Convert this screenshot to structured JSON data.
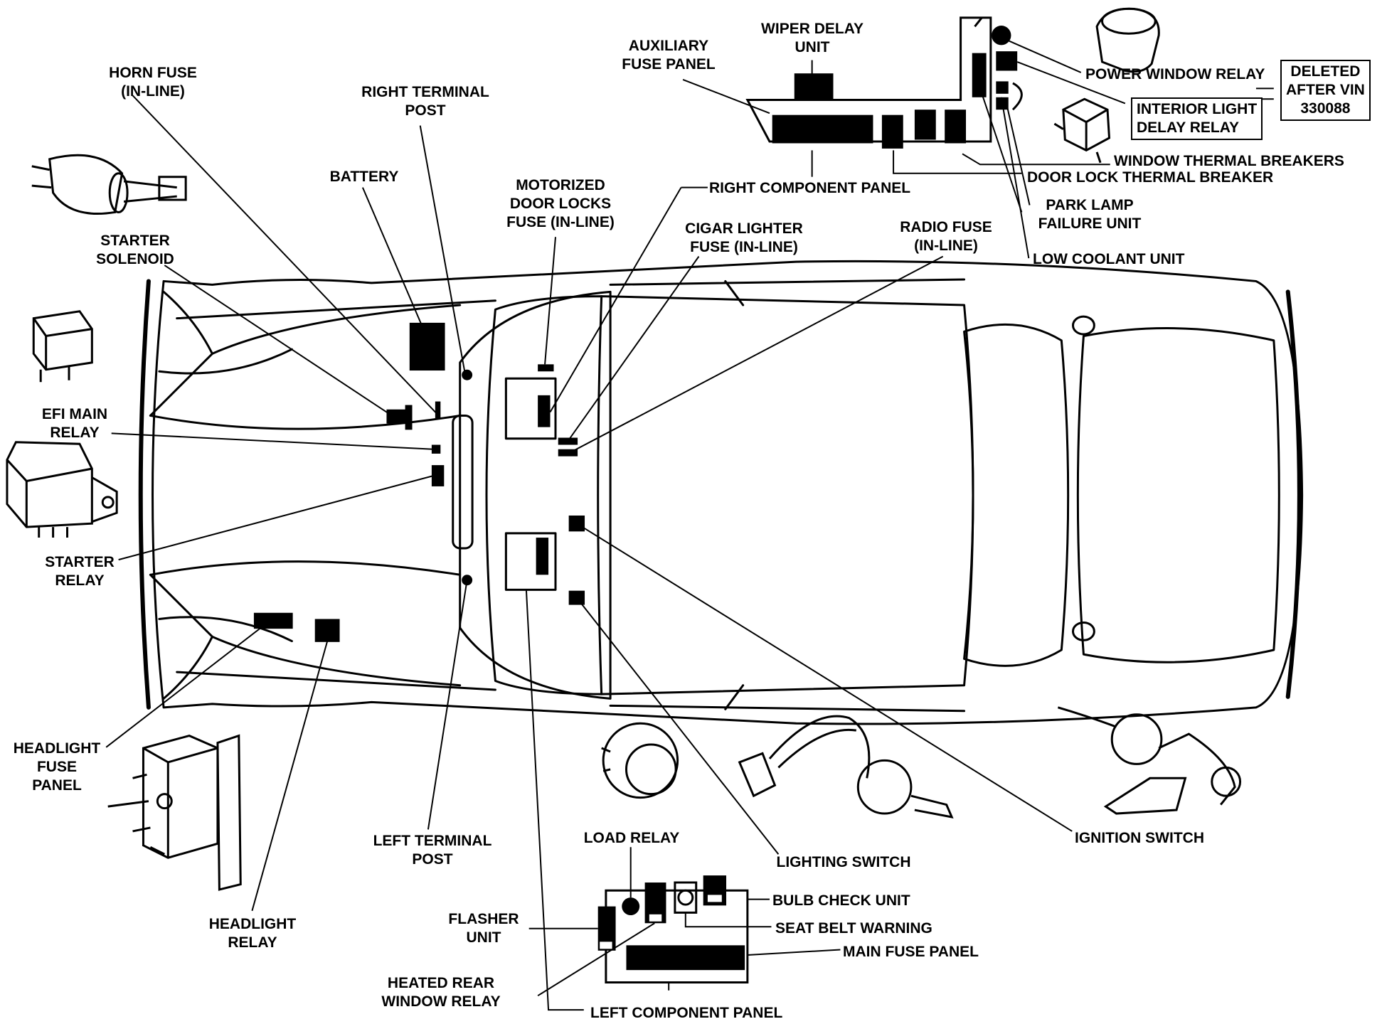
{
  "diagram": {
    "labels": {
      "horn_fuse": [
        "HORN FUSE",
        "(IN-LINE)"
      ],
      "right_terminal_post": [
        "RIGHT TERMINAL",
        "POST"
      ],
      "battery": [
        "BATTERY"
      ],
      "starter_solenoid": [
        "STARTER",
        "SOLENOID"
      ],
      "efi_main_relay": [
        "EFI MAIN",
        "RELAY"
      ],
      "starter_relay": [
        "STARTER",
        "RELAY"
      ],
      "headlight_fuse_panel": [
        "HEADLIGHT",
        "FUSE",
        "PANEL"
      ],
      "headlight_relay": [
        "HEADLIGHT",
        "RELAY"
      ],
      "left_terminal_post": [
        "LEFT TERMINAL",
        "POST"
      ],
      "motorized_door_locks_fuse": [
        "MOTORIZED",
        "DOOR LOCKS",
        "FUSE (IN-LINE)"
      ],
      "auxiliary_fuse_panel": [
        "AUXILIARY",
        "FUSE PANEL"
      ],
      "wiper_delay_unit": [
        "WIPER DELAY",
        "UNIT"
      ],
      "power_window_relay": [
        "POWER WINDOW RELAY"
      ],
      "interior_light_delay_relay": [
        "INTERIOR LIGHT",
        "DELAY RELAY"
      ],
      "deleted_after_vin": [
        "DELETED",
        "AFTER VIN",
        "330088"
      ],
      "window_thermal_breakers": [
        "WINDOW THERMAL BREAKERS"
      ],
      "door_lock_thermal_breaker": [
        "DOOR LOCK THERMAL BREAKER"
      ],
      "right_component_panel": [
        "RIGHT COMPONENT PANEL"
      ],
      "park_lamp_failure_unit": [
        "PARK LAMP",
        "FAILURE UNIT"
      ],
      "cigar_lighter_fuse": [
        "CIGAR LIGHTER",
        "FUSE (IN-LINE)"
      ],
      "radio_fuse": [
        "RADIO FUSE",
        "(IN-LINE)"
      ],
      "low_coolant_unit": [
        "LOW COOLANT UNIT"
      ],
      "ignition_switch": [
        "IGNITION SWITCH"
      ],
      "lighting_switch": [
        "LIGHTING SWITCH"
      ],
      "load_relay": [
        "LOAD RELAY"
      ],
      "flasher_unit": [
        "FLASHER",
        "UNIT"
      ],
      "bulb_check_unit": [
        "BULB CHECK UNIT"
      ],
      "seat_belt_warning": [
        "SEAT BELT WARNING"
      ],
      "main_fuse_panel": [
        "MAIN FUSE PANEL"
      ],
      "heated_rear_window_relay": [
        "HEATED REAR",
        "WINDOW RELAY"
      ],
      "left_component_panel": [
        "LEFT COMPONENT PANEL"
      ]
    }
  }
}
